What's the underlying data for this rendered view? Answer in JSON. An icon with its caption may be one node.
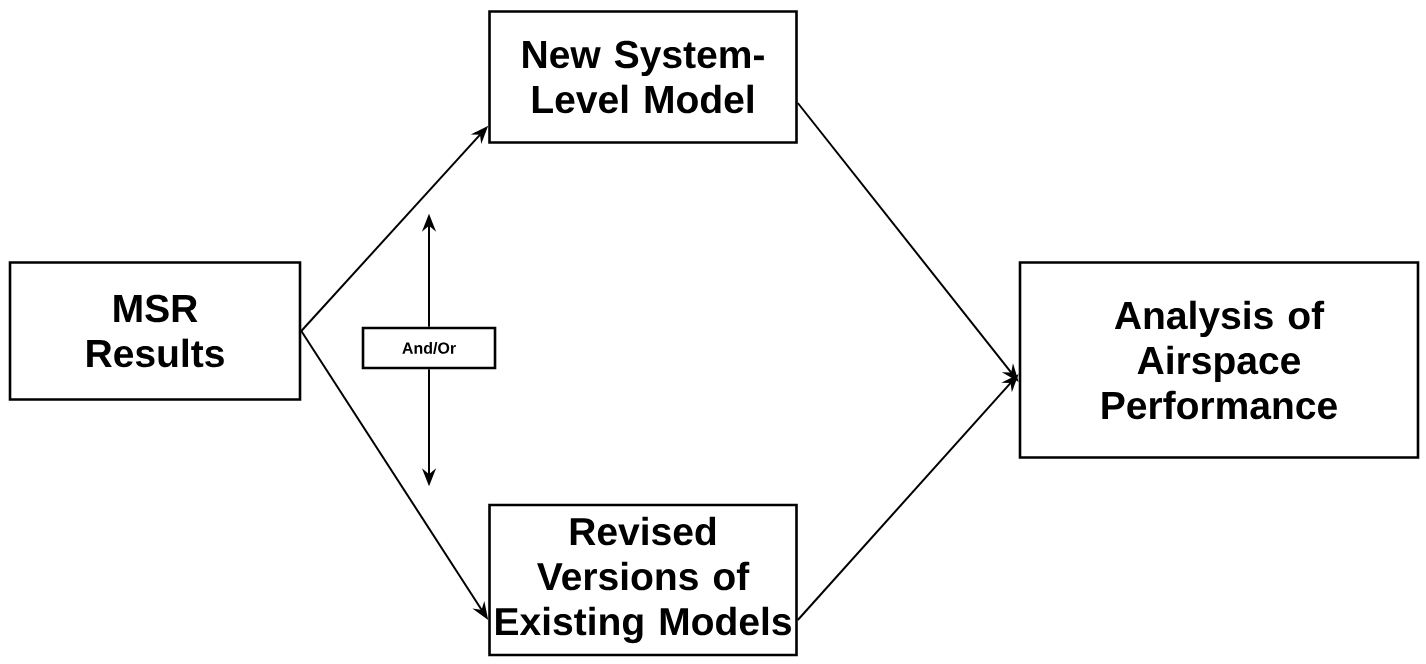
{
  "diagram": {
    "nodes": [
      {
        "text": [
          "MSR Results"
        ]
      },
      {
        "text": [
          "New System-Level Model"
        ]
      },
      {
        "text": [
          "Analysis of Airspace Performance"
        ]
      },
      {
        "text": [
          "Revised Versions of Existing Models"
        ]
      },
      {
        "text": [
          "And/Or"
        ]
      }
    ],
    "edges": [
      {
        "from": 0,
        "to": 1,
        "arrow": "to"
      },
      {
        "from": 0,
        "to": 3,
        "arrow": "to"
      },
      {
        "from": 1,
        "to": 2,
        "arrow": "to"
      },
      {
        "from": 3,
        "to": 2,
        "arrow": "to"
      },
      {
        "from": 4,
        "to": null,
        "arrow": "to"
      },
      {
        "from": 4,
        "to": null,
        "arrow": "to"
      }
    ]
  }
}
